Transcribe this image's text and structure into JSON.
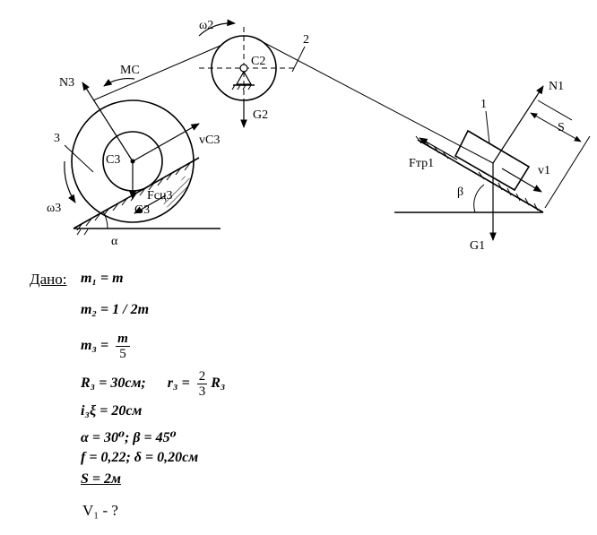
{
  "labels": {
    "omega2": "ω2",
    "C2": "C2",
    "G2": "G2",
    "rope2": "2",
    "N3": "N3",
    "Mc": "MC",
    "body3": "3",
    "C3": "C3",
    "vC3": "vC3",
    "Fsc3": "Fсц3",
    "G3": "G3",
    "omega3": "ω3",
    "alpha": "α",
    "N1": "N1",
    "body1": "1",
    "S": "S",
    "Ftr1": "Fтр1",
    "v1": "v1",
    "beta": "β",
    "G1": "G1"
  },
  "given": {
    "title": "Дано:",
    "m1": "m₁ = m",
    "m2": "m₂ = 1 / 2m",
    "m3_left": "m₃ =",
    "m3_num": "m",
    "m3_den": "5",
    "R3": "R₃ = 30см;",
    "r3_left": "r₃ =",
    "r3_num": "2",
    "r3_den": "3",
    "r3_right": "R₃",
    "i3": "i₃ξ = 20см",
    "alpha_beta": "α = 30⁰;    β = 45⁰",
    "f_delta": "f = 0,22;    δ = 0,20см",
    "S_val": "S = 2м",
    "find": "V₁ - ?"
  }
}
